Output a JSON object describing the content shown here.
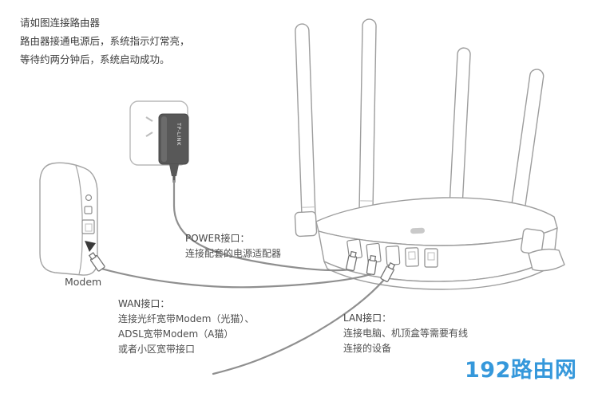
{
  "instructions": {
    "line1": "请如图连接路由器",
    "line2": "路由器接通电源后，系统指示灯常亮，",
    "line3": "等待约两分钟后，系统启动成功。"
  },
  "devices": {
    "modem_label": "Modem",
    "adapter_brand": "TP-LINK"
  },
  "callouts": {
    "power": {
      "title": "POWER接口：",
      "line1": "连接配套的电源适配器"
    },
    "wan": {
      "title": "WAN接口：",
      "line1": "连接光纤宽带Modem（光猫）、",
      "line2": "ADSL宽带Modem（A猫）",
      "line3": "或者小区宽带接口"
    },
    "lan": {
      "title": "LAN接口：",
      "line1": "连接电脑、机顶盒等需要有线",
      "line2": "连接的设备"
    }
  },
  "watermark": {
    "text": "192路由网",
    "color": "#3598db"
  },
  "colors": {
    "outline": "#9d9d9d",
    "cable": "#8f8f8f",
    "adapter_body": "#585858",
    "instruction_text": "#3d3d3d",
    "callout_text": "#4e4e4e"
  }
}
